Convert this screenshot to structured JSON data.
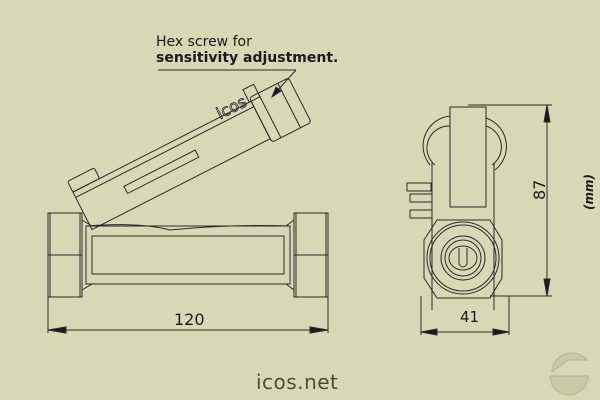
{
  "annotation": {
    "line1": "Hex screw for",
    "line2": "sensitivity adjustment."
  },
  "dimensions": {
    "length": "120",
    "width": "41",
    "height": "87",
    "unit": "(mm)"
  },
  "sensor_logo": "icos",
  "footer": {
    "website": "icos.net"
  },
  "colors": {
    "background": "#d6d9b6",
    "line": "#2a2a2a",
    "brand": "#4a5028"
  }
}
